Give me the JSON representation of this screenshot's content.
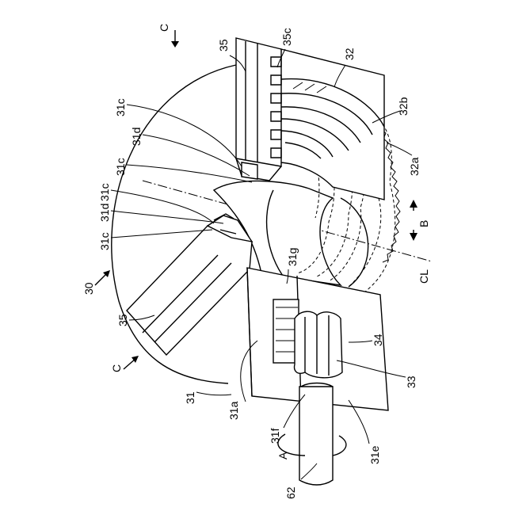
{
  "labels": {
    "C_top": "C",
    "n35_top": "35",
    "n35c": "35c",
    "n32": "32",
    "n32b": "32b",
    "n32a": "32a",
    "n31c_1": "31c",
    "n31d_1": "31d",
    "n31c_2": "31c",
    "n31c_3": "31c",
    "n31d_2": "31d",
    "n31c_4": "31c",
    "B": "B",
    "CL": "CL",
    "n31g": "31g",
    "n30": "30",
    "n35_left": "35",
    "C_left": "C",
    "n34": "34",
    "n33": "33",
    "n31": "31",
    "n31a": "31a",
    "n31f": "31f",
    "n31e": "31e",
    "A": "A",
    "n62": "62"
  }
}
